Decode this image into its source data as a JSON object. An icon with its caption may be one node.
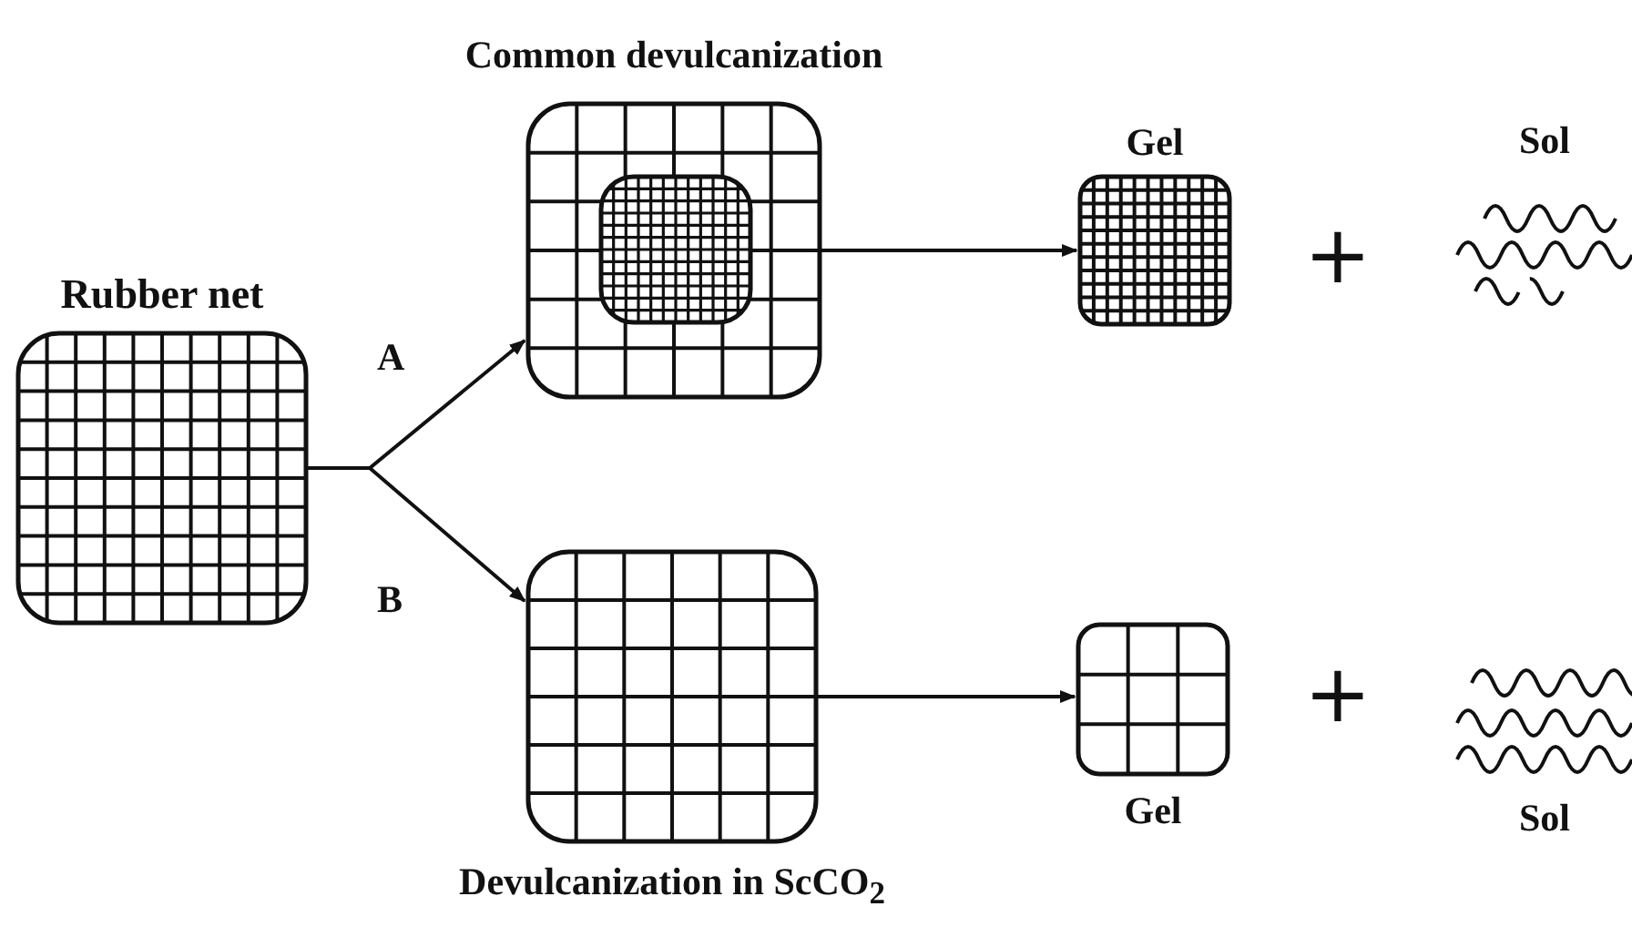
{
  "diagram": {
    "nodes": [
      {
        "text": [
          "Rubber net"
        ]
      },
      {
        "text": [
          "Common devulcanization"
        ]
      },
      {
        "text": [
          "Devulcanization in ScCO$_{2}$"
        ]
      },
      {
        "text": [
          "Gel"
        ]
      },
      {
        "text": [
          "Sol"
        ]
      },
      {
        "text": [
          "Gel"
        ]
      },
      {
        "text": [
          "Sol"
        ]
      }
    ],
    "edges": [
      {
        "from": 0,
        "to": 1,
        "arrow": "to",
        "label": "A"
      },
      {
        "from": 0,
        "to": 2,
        "arrow": "to",
        "label": "B"
      },
      {
        "from": 1,
        "to": 3,
        "arrow": "to"
      },
      {
        "from": 2,
        "to": 5,
        "arrow": "to"
      }
    ],
    "labels": [
      "+",
      "+"
    ]
  }
}
